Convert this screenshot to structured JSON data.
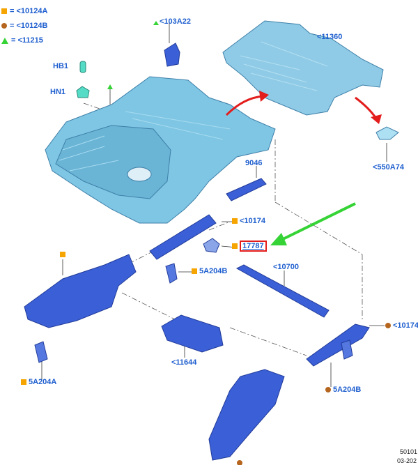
{
  "legend": [
    {
      "symbol": "orange-square",
      "text": "= <10124A"
    },
    {
      "symbol": "brown-circle",
      "text": "= <10124B"
    },
    {
      "symbol": "green-triangle",
      "text": "= <11215"
    }
  ],
  "labels": {
    "l103a22": "<103A22",
    "hb1": "HB1",
    "hn1": "HN1",
    "l11360": "<11360",
    "l550a74": "<550A74",
    "l9046": "9046",
    "l10174_top": "<10174",
    "l17787": "17787",
    "l5a204b_left": "5A204B",
    "l10700": "<10700",
    "l10174_right": "<10174",
    "l11644": "<11644",
    "l5a204a": "5A204A",
    "l5a204b_right": "5A204B"
  },
  "footer": {
    "code": "50101",
    "date": "03-202"
  },
  "colors": {
    "label": "#1f5fcf",
    "orange": "#f5a400",
    "brown": "#b5651d",
    "green": "#35d335",
    "highlight": "#e31c1c",
    "floor": "#7fc6e4",
    "frame": "#3a5fd6"
  }
}
